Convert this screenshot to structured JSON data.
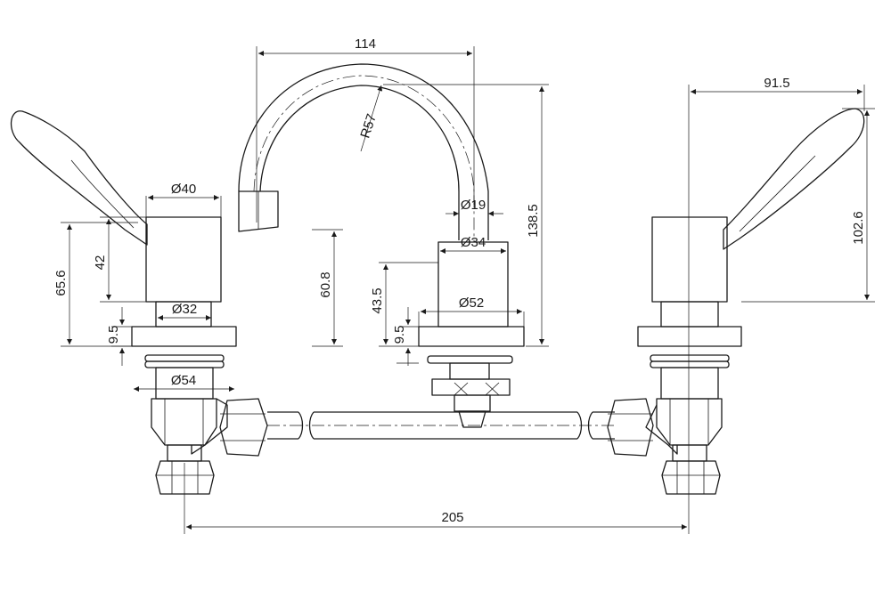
{
  "dimensions": {
    "spout_reach": "114",
    "spout_radius": "R57",
    "spout_tube_dia": "Ø19",
    "spout_body_dia": "Ø34",
    "spout_flange_dia": "Ø52",
    "spout_total_height": "138.5",
    "spout_outlet_height": "60.8",
    "spout_body_height": "43.5",
    "spout_flange_thickness": "9.5",
    "handle_body_dia": "Ø40",
    "handle_stem_dia": "Ø32",
    "handle_flange_dia": "Ø54",
    "handle_lever_height": "65.6",
    "handle_body_height": "42",
    "handle_flange_thickness": "9.5",
    "handle_lever_reach": "91.5",
    "handle_total_height": "102.6",
    "overall_width": "205"
  }
}
